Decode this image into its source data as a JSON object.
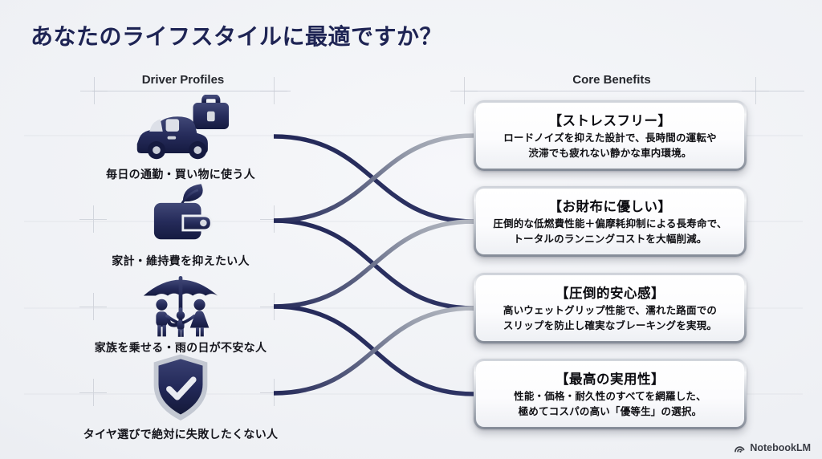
{
  "title": "あなたのライフスタイルに最適ですか？",
  "column_headers": {
    "driver_profiles": "Driver Profiles",
    "core_benefits": "Core Benefits"
  },
  "profiles": [
    {
      "icon": "car-briefcase-icon",
      "label": "毎日の通勤・買い物に使う人"
    },
    {
      "icon": "wallet-leaf-icon",
      "label": "家計・維持費を抑えたい人"
    },
    {
      "icon": "family-umbrella-icon",
      "label": "家族を乗せる・雨の日が不安な人"
    },
    {
      "icon": "shield-check-icon",
      "label": "タイヤ選びで絶対に失敗したくない人"
    }
  ],
  "benefits": [
    {
      "title": "【ストレスフリー】",
      "body": "ロードノイズを抑えた設計で、長時間の運転や\n渋滞でも疲れない静かな車内環境。"
    },
    {
      "title": "【お財布に優しい】",
      "body": "圧倒的な低燃費性能＋偏摩耗抑制による長寿命で、\nトータルのランニングコストを大幅削減。"
    },
    {
      "title": "【圧倒的安心感】",
      "body": "高いウェットグリップ性能で、濡れた路面での\nスリップを防止し確実なブレーキングを実現。"
    },
    {
      "title": "【最高の実用性】",
      "body": "性能・価格・耐久性のすべてを網羅した、\n極めてコスパの高い「優等生」の選択。"
    }
  ],
  "connections": [
    {
      "from_profile": 0,
      "to_benefit": 1,
      "style": "navy"
    },
    {
      "from_profile": 1,
      "to_benefit": 0,
      "style": "fade"
    },
    {
      "from_profile": 1,
      "to_benefit": 2,
      "style": "navy"
    },
    {
      "from_profile": 2,
      "to_benefit": 1,
      "style": "fade"
    },
    {
      "from_profile": 2,
      "to_benefit": 3,
      "style": "navy"
    },
    {
      "from_profile": 3,
      "to_benefit": 2,
      "style": "fade"
    }
  ],
  "footer": {
    "brand": "NotebookLM"
  },
  "colors": {
    "navy": "#232858",
    "navy_light": "#2e3464",
    "silver": "#b6bac3",
    "title_navy": "#1e2454",
    "background": "#eef0f4"
  }
}
